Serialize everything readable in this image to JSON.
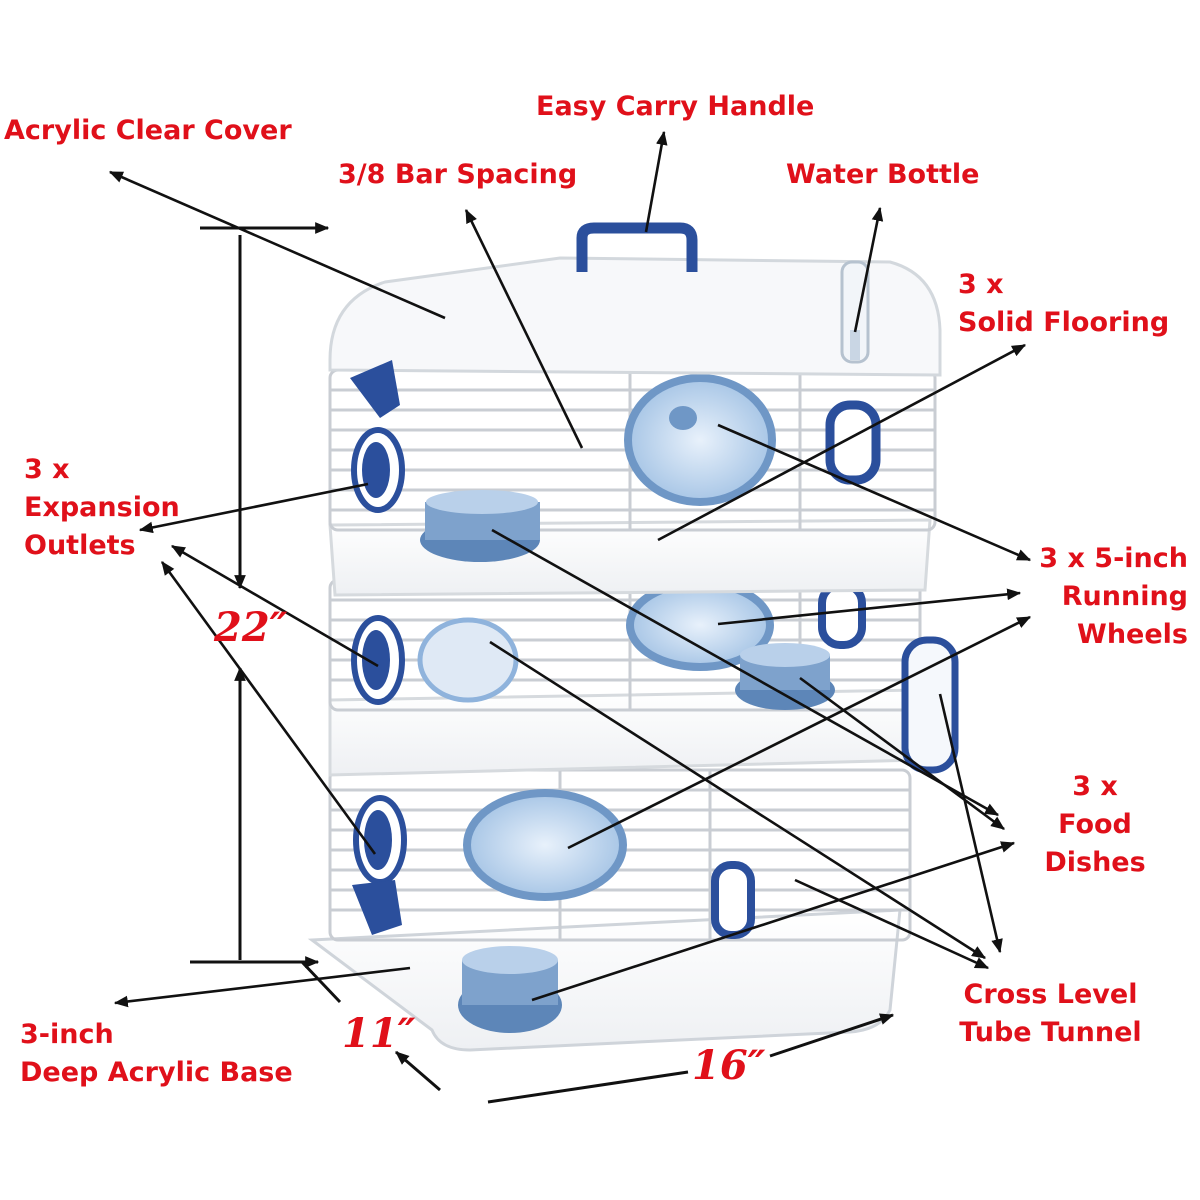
{
  "labels": {
    "acrylic_cover": "Acrylic Clear Cover",
    "carry_handle": "Easy Carry Handle",
    "bar_spacing": "3/8 Bar Spacing",
    "water_bottle": "Water Bottle",
    "solid_flooring": [
      "3 x",
      "Solid Flooring"
    ],
    "expansion_outlets": [
      "3 x",
      "Expansion",
      "Outlets"
    ],
    "running_wheels": [
      "3 x 5-inch",
      "Running",
      "Wheels"
    ],
    "food_dishes": [
      "3 x",
      "Food",
      "Dishes"
    ],
    "tube_tunnel": [
      "Cross Level",
      "Tube Tunnel"
    ],
    "acrylic_base": [
      "3-inch",
      "Deep Acrylic Base"
    ]
  },
  "dimensions": {
    "height": "22″",
    "depth": "11″",
    "width": "16″"
  },
  "colors": {
    "label": "#e0101a",
    "accent": "#2b4f9c",
    "accent_light": "#8fb3dc",
    "wire": "#c9cdd3"
  }
}
